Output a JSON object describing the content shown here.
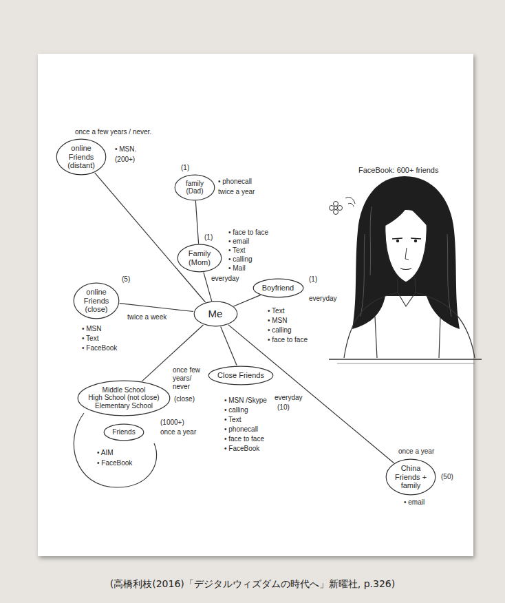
{
  "diagram": {
    "caption": "(高橋利枝(2016)「デジタルウィズダムの時代へ」新曜社, p.326)",
    "nodes": [
      {
        "text": [
          "online Friends (distant)"
        ]
      },
      {
        "text": [
          "family (Dad)"
        ]
      },
      {
        "text": [
          "Family (Mom)"
        ]
      },
      {
        "text": [
          "Me"
        ]
      },
      {
        "text": [
          "Boyfriend"
        ]
      },
      {
        "text": [
          "online Friends (close)"
        ]
      },
      {
        "text": [
          "Close Friends"
        ]
      },
      {
        "text": [
          "Middle School",
          "High School (not close)",
          "Elementary School"
        ]
      },
      {
        "text": [
          "Friends"
        ]
      },
      {
        "text": [
          "China Friends + family"
        ]
      }
    ],
    "edges": [
      {
        "from": 3,
        "to": 0,
        "arrow": "none"
      },
      {
        "from": 1,
        "to": 2,
        "arrow": "none"
      },
      {
        "from": 3,
        "to": 2,
        "arrow": "none"
      },
      {
        "from": 3,
        "to": 4,
        "arrow": "none"
      },
      {
        "from": 3,
        "to": 5,
        "arrow": "none"
      },
      {
        "from": 3,
        "to": 6,
        "arrow": "none"
      },
      {
        "from": 3,
        "to": 7,
        "arrow": "none"
      },
      {
        "from": 3,
        "to": 9,
        "arrow": "none"
      }
    ],
    "labels": [
      "once a few years / never.",
      "• MSN.",
      "(200+)",
      "(1)",
      "• phonecall",
      "twice a year",
      "(1)",
      "• face to face",
      "• email",
      "• Text",
      "• calling",
      "• Mail",
      "everyday",
      "(5)",
      "twice a week",
      "• MSN",
      "• Text",
      "• FaceBook",
      "(1)",
      "everyday",
      "• Text",
      "• MSN",
      "• calling",
      "• face to face",
      "everyday",
      "(10)",
      "• MSN /Skype",
      "• calling",
      "• Text",
      "• phonecall",
      "• face to face",
      "• FaceBook",
      "once few years/ never",
      "(close)",
      "(1000+)",
      "once a year",
      "• AIM",
      "• FaceBook",
      "once a year",
      "(50)",
      "• email",
      "FaceBook: 600+ friends"
    ]
  }
}
